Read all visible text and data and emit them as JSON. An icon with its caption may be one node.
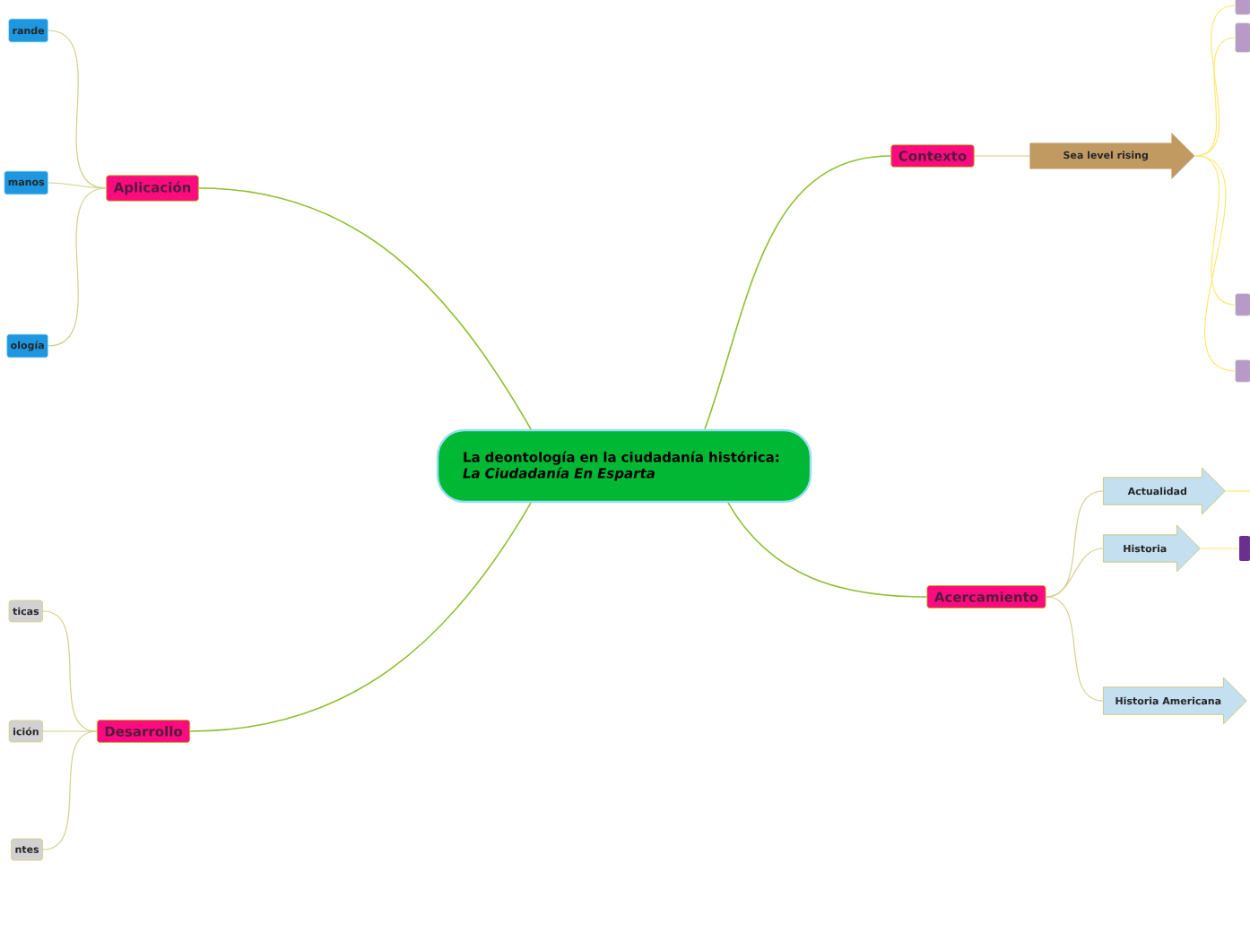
{
  "diagram": {
    "nodes": [
      {
        "text": [
          "La deontología en la ciudadanía histórica: *La Ciudadanía En Esparta*"
        ]
      },
      {
        "text": [
          "Aplicación"
        ]
      },
      {
        "text": [
          "rande"
        ]
      },
      {
        "text": [
          "manos"
        ]
      },
      {
        "text": [
          "ología"
        ]
      },
      {
        "text": [
          "Contexto"
        ]
      },
      {
        "text": [
          "Sea level rising"
        ]
      },
      {
        "text": [],
        "shape": "box"
      },
      {
        "text": [],
        "shape": "box"
      },
      {
        "text": [],
        "shape": "box"
      },
      {
        "text": [],
        "shape": "box"
      },
      {
        "text": [
          "Acercamiento"
        ]
      },
      {
        "text": [
          "Actualidad"
        ]
      },
      {
        "text": [
          "Historia"
        ]
      },
      {
        "text": [],
        "shape": "box"
      },
      {
        "text": [
          "Historia Americana"
        ]
      },
      {
        "text": [
          "Desarrollo"
        ]
      },
      {
        "text": [
          "ticas"
        ]
      },
      {
        "text": [
          "ición"
        ]
      },
      {
        "text": [
          "ntes"
        ]
      }
    ],
    "edges": [
      {
        "from": 0,
        "to": 1,
        "arrow": "none",
        "color": "#8fbf2f"
      },
      {
        "from": 1,
        "to": 2,
        "arrow": "none"
      },
      {
        "from": 1,
        "to": 3,
        "arrow": "none"
      },
      {
        "from": 1,
        "to": 4,
        "arrow": "none"
      },
      {
        "from": 0,
        "to": 5,
        "arrow": "none",
        "color": "#8fbf2f"
      },
      {
        "from": 5,
        "to": 6,
        "arrow": "none"
      },
      {
        "from": 6,
        "to": 7,
        "arrow": "none",
        "color": "#ffe870"
      },
      {
        "from": 6,
        "to": 8,
        "arrow": "none",
        "color": "#ffe870"
      },
      {
        "from": 6,
        "to": 9,
        "arrow": "none",
        "color": "#ffe870"
      },
      {
        "from": 6,
        "to": 10,
        "arrow": "none",
        "color": "#ffe870"
      },
      {
        "from": 0,
        "to": 11,
        "arrow": "none",
        "color": "#8fbf2f"
      },
      {
        "from": 11,
        "to": 12,
        "arrow": "none"
      },
      {
        "from": 11,
        "to": 13,
        "arrow": "none"
      },
      {
        "from": 11,
        "to": 15,
        "arrow": "none"
      },
      {
        "from": 12,
        "to": null,
        "arrow": "none",
        "color": "#ffe870"
      },
      {
        "from": 13,
        "to": 14,
        "arrow": "none",
        "color": "#ffe870"
      },
      {
        "from": 0,
        "to": 16,
        "arrow": "none",
        "color": "#8fbf2f"
      },
      {
        "from": 16,
        "to": 17,
        "arrow": "none"
      },
      {
        "from": 16,
        "to": 18,
        "arrow": "none"
      },
      {
        "from": 16,
        "to": 19,
        "arrow": "none"
      }
    ]
  }
}
